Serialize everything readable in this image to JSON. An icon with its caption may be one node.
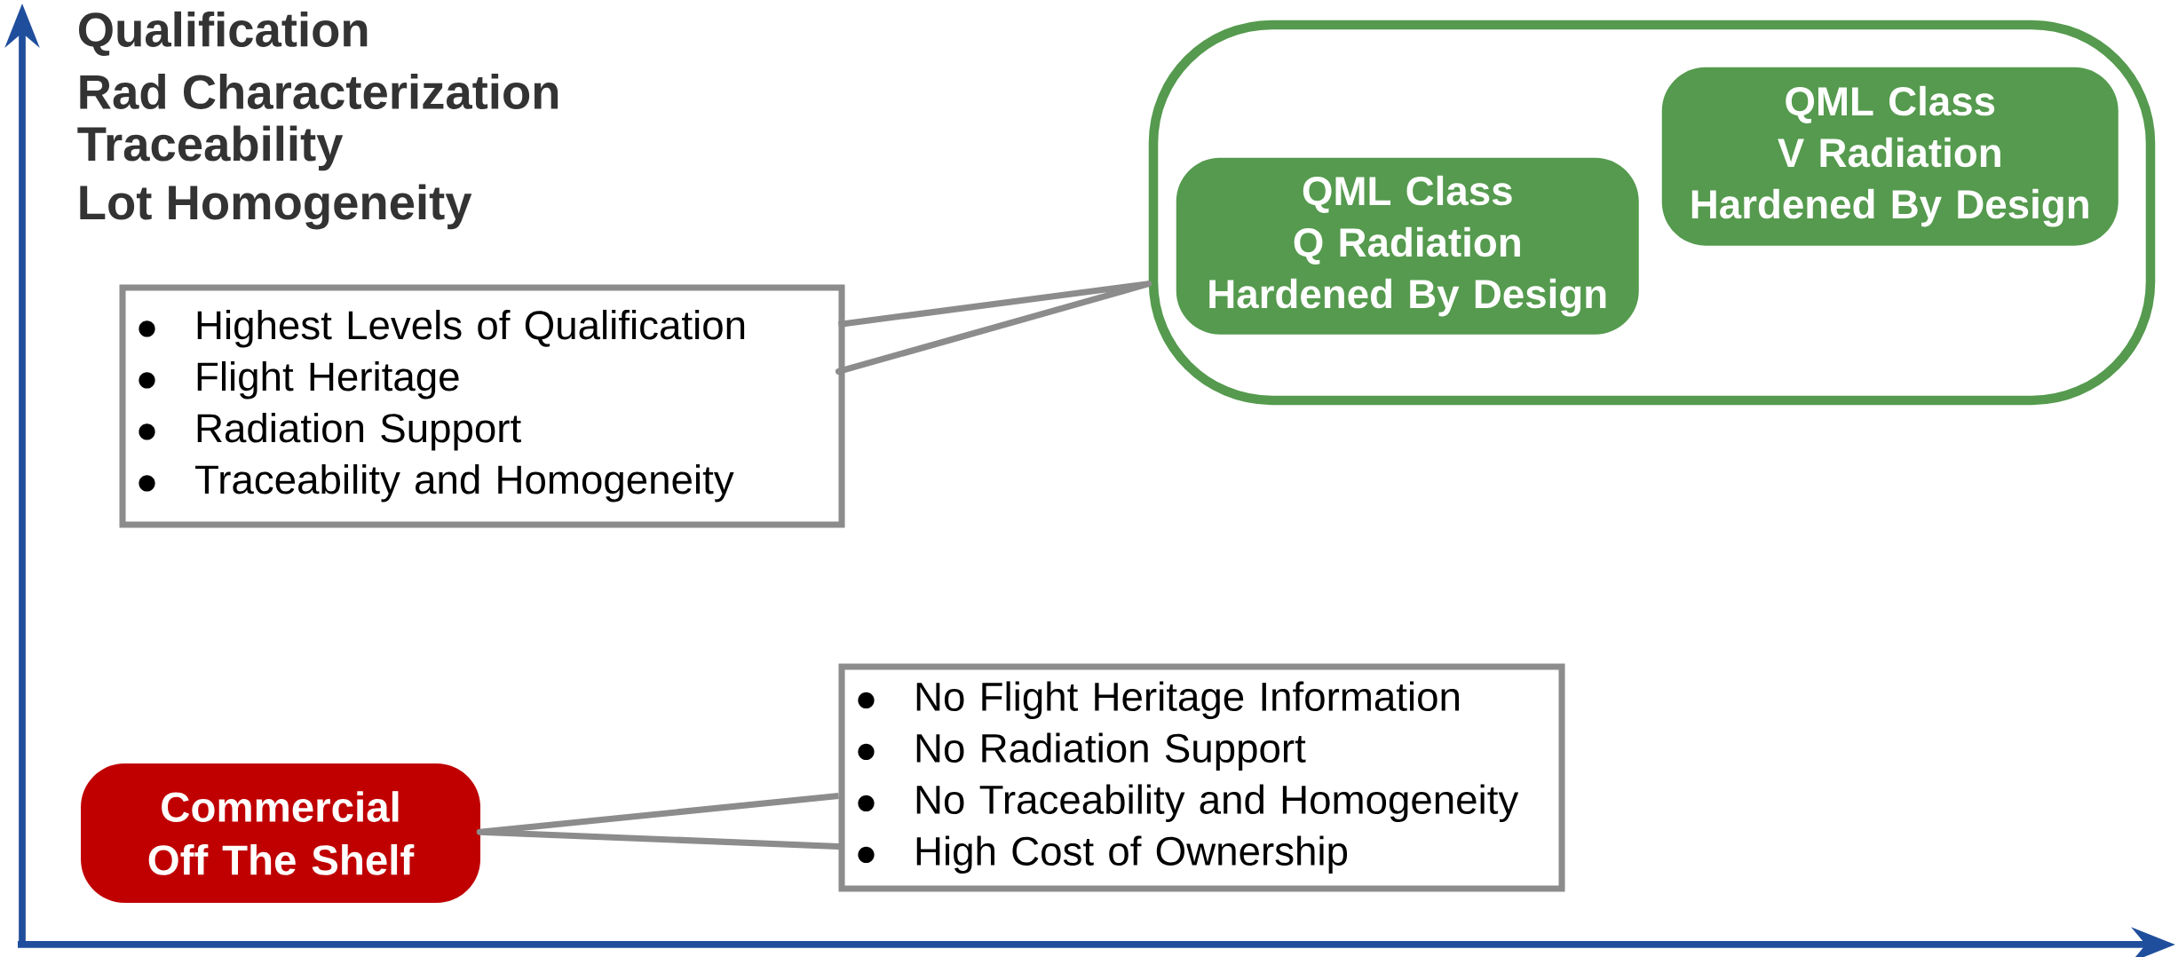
{
  "diagram": {
    "nodes": [
      {
        "text": [
          "Highest Levels of Qualification",
          "Flight Heritage",
          "Radiation Support",
          "Traceability and Homogeneity"
        ]
      },
      {
        "text": [],
        "shape": "box"
      },
      {
        "text": [
          "QML Class Q Radiation Hardened By Design"
        ],
        "in": 1
      },
      {
        "text": [
          "QML Class V Radiation Hardened By Design"
        ],
        "in": 1
      },
      {
        "text": [
          "Commercial Off The Shelf"
        ]
      },
      {
        "text": [
          "No Flight Heritage Information",
          "No Radiation Support",
          "No Traceability and Homogeneity",
          "High Cost of Ownership"
        ]
      }
    ],
    "edges": [
      {
        "from": 0,
        "to": 1,
        "arrow": "none"
      },
      {
        "from": 5,
        "to": 4,
        "arrow": "none"
      }
    ],
    "labels": [
      "Qualification",
      "Rad Characterization",
      "Traceability",
      "Lot Homogeneity"
    ]
  }
}
